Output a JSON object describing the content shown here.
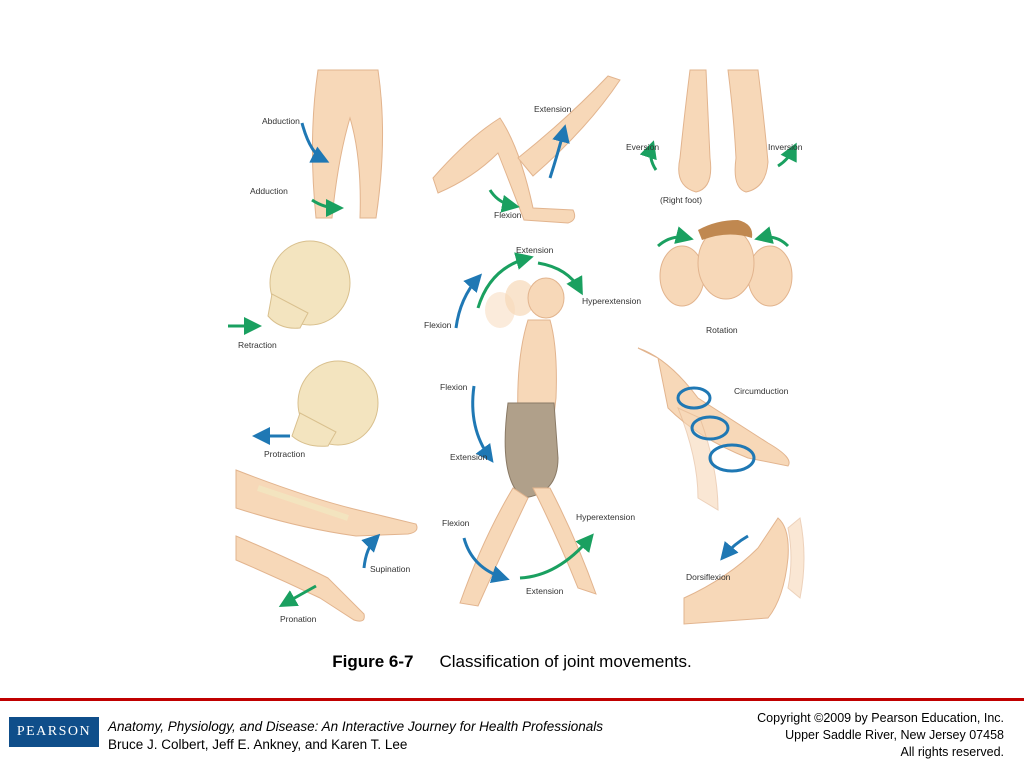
{
  "figure": {
    "labels": {
      "abduction": "Abduction",
      "adduction": "Adduction",
      "extension_leg": "Extension",
      "flexion_leg": "Flexion",
      "eversion": "Eversion",
      "inversion": "Inversion",
      "right_foot": "(Right foot)",
      "retraction": "Retraction",
      "extension_head": "Extension",
      "hyperextension_head": "Hyperextension",
      "flexion_head": "Flexion",
      "rotation": "Rotation",
      "protraction": "Protraction",
      "flexion_arm": "Flexion",
      "extension_arm": "Extension",
      "circumduction": "Circumduction",
      "supination": "Supination",
      "pronation": "Pronation",
      "flexion_thigh": "Flexion",
      "hyperextension_thigh": "Hyperextension",
      "extension_thigh": "Extension",
      "dorsiflexion": "Dorsiflexion"
    }
  },
  "caption": {
    "number": "Figure 6-7",
    "text": "Classification of joint movements."
  },
  "footer": {
    "logo": "PEARSON",
    "book_title": "Anatomy, Physiology, and Disease: An Interactive Journey for Health Professionals",
    "authors": "Bruce J. Colbert, Jeff E. Ankney, and Karen T. Lee",
    "copyright_line1": "Copyright ©2009 by Pearson Education, Inc.",
    "copyright_line2": "Upper Saddle River, New Jersey 07458",
    "copyright_line3": "All rights reserved."
  },
  "colors": {
    "skin": "#f7d8b8",
    "skin_outline": "#e2b48e",
    "bone": "#f3e4bf",
    "arrow_blue": "#1f78b4",
    "arrow_green": "#1aa060",
    "rule": "#c00000",
    "logo_bg": "#0f4e8a"
  }
}
